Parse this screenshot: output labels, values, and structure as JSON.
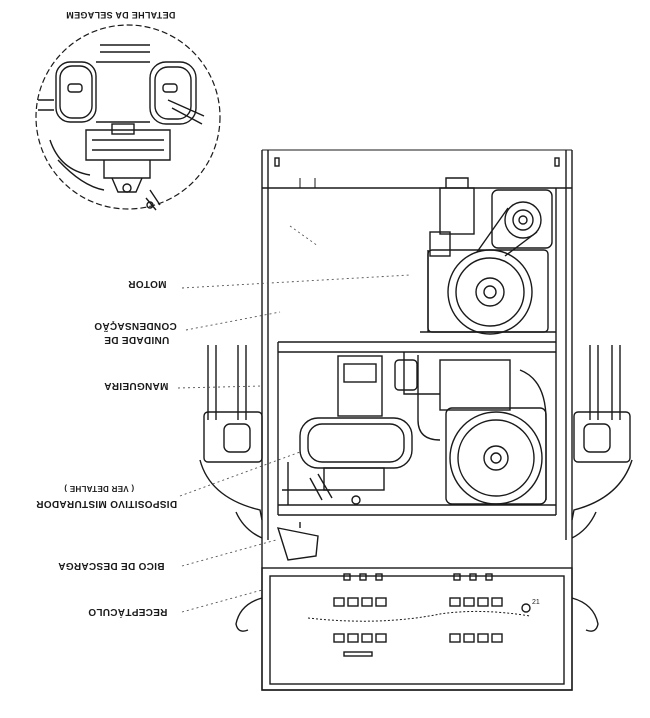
{
  "labels": {
    "detail_title": "DETALHE DA SELAGEM",
    "motor": "MOTOR",
    "condensing_unit_line1": "UNIDADE DE",
    "condensing_unit_line2": "CONDENSAÇÃO",
    "mangueira": "MANGUEIRA",
    "mixer_device_line1": "DISPOSITIVO MISTURADOR",
    "mixer_device_line2": "( VER DETALHE )",
    "dispense_spout": "BICO DE DESCARGA",
    "receptacle": "RECEPTÁCULO"
  },
  "panel": {
    "number_label": "21"
  },
  "colors": {
    "ink": "#1a1a1a",
    "paper": "#ffffff",
    "dashes": "#555555"
  }
}
